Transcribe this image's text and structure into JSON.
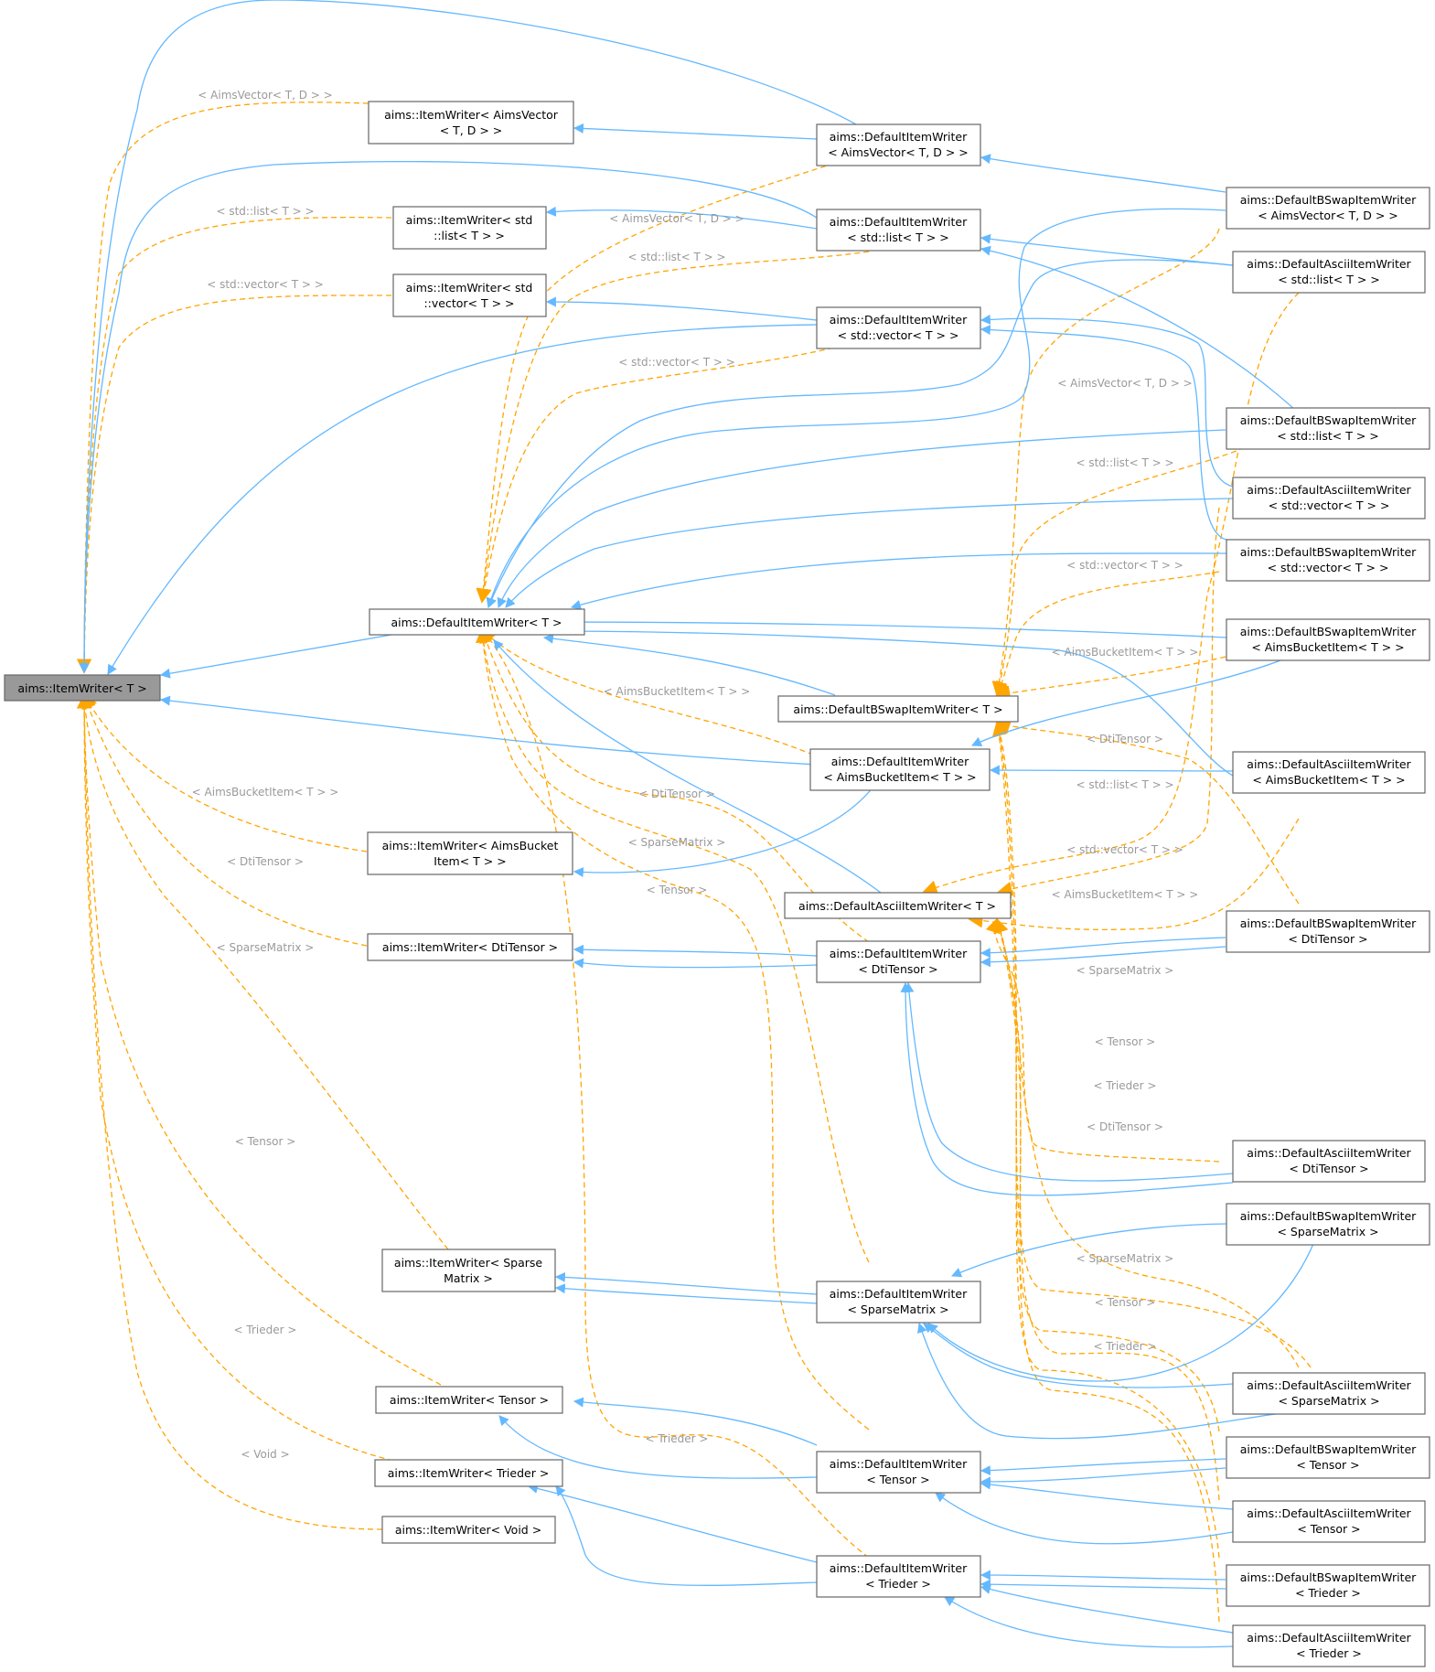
{
  "colors": {
    "inheritance": "#63b8ff",
    "template_instance": "#ffa500",
    "root_fill": "#999999",
    "node_border": "#666666",
    "label": "#9a9a9a"
  },
  "nodes": {
    "itemwriter_t": [
      "aims::ItemWriter< T >"
    ],
    "iw_aimsvector": [
      "aims::ItemWriter< AimsVector",
      "< T, D > >"
    ],
    "iw_list": [
      "aims::ItemWriter< std",
      "::list< T > >"
    ],
    "iw_vector": [
      "aims::ItemWriter< std",
      "::vector< T > >"
    ],
    "iw_bucket": [
      "aims::ItemWriter< AimsBucket",
      "Item< T > >"
    ],
    "iw_dti": [
      "aims::ItemWriter< DtiTensor >"
    ],
    "iw_sparse": [
      "aims::ItemWriter< Sparse",
      "Matrix >"
    ],
    "iw_tensor": [
      "aims::ItemWriter< Tensor >"
    ],
    "iw_trieder": [
      "aims::ItemWriter< Trieder >"
    ],
    "iw_void": [
      "aims::ItemWriter< Void >"
    ],
    "diw_t": [
      "aims::DefaultItemWriter< T >"
    ],
    "dbs_t": [
      "aims::DefaultBSwapItemWriter< T >"
    ],
    "das_t": [
      "aims::DefaultAsciiItemWriter< T >"
    ],
    "diw_aimsvector": [
      "aims::DefaultItemWriter",
      "< AimsVector< T, D > >"
    ],
    "diw_list": [
      "aims::DefaultItemWriter",
      "< std::list< T > >"
    ],
    "diw_vector": [
      "aims::DefaultItemWriter",
      "< std::vector< T > >"
    ],
    "diw_bucket": [
      "aims::DefaultItemWriter",
      "< AimsBucketItem< T > >"
    ],
    "diw_dti": [
      "aims::DefaultItemWriter",
      "< DtiTensor >"
    ],
    "diw_sparse": [
      "aims::DefaultItemWriter",
      "< SparseMatrix >"
    ],
    "diw_tensor": [
      "aims::DefaultItemWriter",
      "< Tensor >"
    ],
    "diw_trieder": [
      "aims::DefaultItemWriter",
      "< Trieder >"
    ],
    "dbs_aimsvector": [
      "aims::DefaultBSwapItemWriter",
      "< AimsVector< T, D > >"
    ],
    "das_list": [
      "aims::DefaultAsciiItemWriter",
      "< std::list< T > >"
    ],
    "dbs_list": [
      "aims::DefaultBSwapItemWriter",
      "< std::list< T > >"
    ],
    "das_vector": [
      "aims::DefaultAsciiItemWriter",
      "< std::vector< T > >"
    ],
    "dbs_vector": [
      "aims::DefaultBSwapItemWriter",
      "< std::vector< T > >"
    ],
    "dbs_bucket": [
      "aims::DefaultBSwapItemWriter",
      "< AimsBucketItem< T > >"
    ],
    "das_bucket": [
      "aims::DefaultAsciiItemWriter",
      "< AimsBucketItem< T > >"
    ],
    "dbs_dti": [
      "aims::DefaultBSwapItemWriter",
      "< DtiTensor >"
    ],
    "das_dti": [
      "aims::DefaultAsciiItemWriter",
      "< DtiTensor >"
    ],
    "dbs_sparse": [
      "aims::DefaultBSwapItemWriter",
      "< SparseMatrix >"
    ],
    "das_sparse": [
      "aims::DefaultAsciiItemWriter",
      "< SparseMatrix >"
    ],
    "dbs_tensor": [
      "aims::DefaultBSwapItemWriter",
      "< Tensor >"
    ],
    "das_tensor": [
      "aims::DefaultAsciiItemWriter",
      "< Tensor >"
    ],
    "dbs_trieder": [
      "aims::DefaultBSwapItemWriter",
      "< Trieder >"
    ],
    "das_trieder": [
      "aims::DefaultAsciiItemWriter",
      "< Trieder >"
    ]
  },
  "edge_labels": {
    "aimsvector": "< AimsVector< T, D > >",
    "list": "< std::list< T > >",
    "vector": "< std::vector< T > >",
    "bucket": "< AimsBucketItem< T > >",
    "dti": "< DtiTensor >",
    "sparse": "< SparseMatrix >",
    "tensor": "< Tensor >",
    "trieder": "< Trieder >",
    "void": "< Void >"
  }
}
